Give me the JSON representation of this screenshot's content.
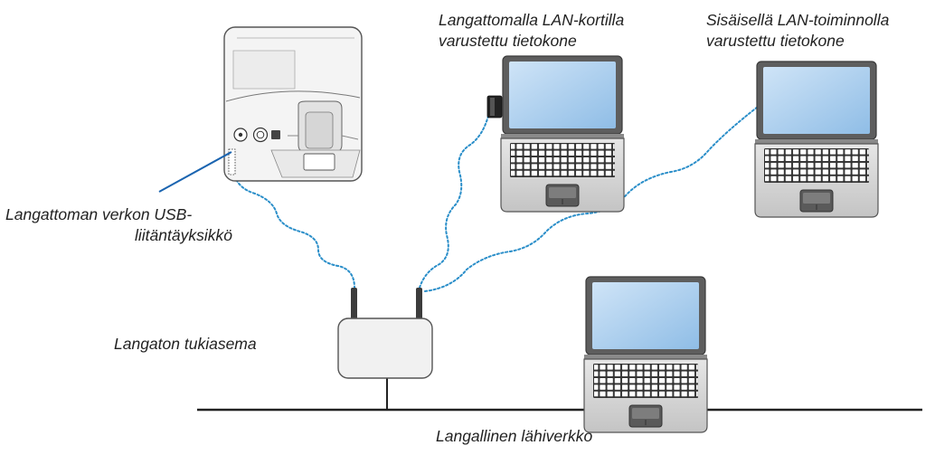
{
  "labels": {
    "wireless_laptop": {
      "line1": "Langattomalla LAN-kortilla",
      "line2": "varustettu tietokone"
    },
    "builtin_laptop": {
      "line1": "Sisäisellä LAN-toiminnolla",
      "line2": "varustettu tietokone"
    },
    "usb_unit": {
      "line1": "Langattoman verkon USB-",
      "line2": "liitäntäyksikkö"
    },
    "access_point": "Langaton tukiasema",
    "wired_lan": "Langallinen lähiverkko"
  },
  "colors": {
    "wireless_link": "#2a8ec9",
    "leader_line": "#1a64b0",
    "wire": "#222222",
    "device_body": "#f2f2f2",
    "device_outline": "#555555",
    "laptop_screen": "#a9cdee",
    "laptop_bezel": "#5e5e5e",
    "laptop_base": "#d9d9d9"
  },
  "icons": {
    "projector": "projector-icon",
    "usb_adapter": "usb-adapter-icon",
    "access_point": "wireless-router-icon",
    "laptop": "laptop-icon",
    "wireless_card": "wireless-lan-card-icon"
  }
}
